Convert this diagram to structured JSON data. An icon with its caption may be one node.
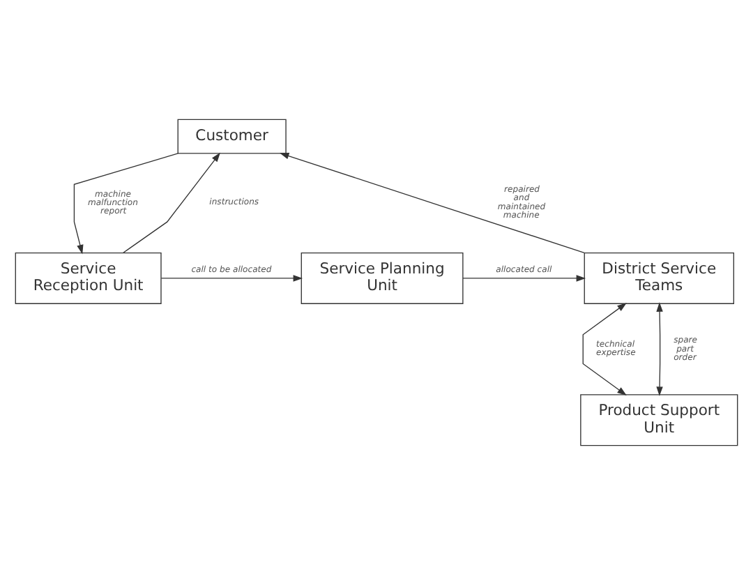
{
  "diagram": {
    "nodes": [
      {
        "text": [
          "Customer"
        ]
      },
      {
        "text": [
          "Service Reception Unit"
        ]
      },
      {
        "text": [
          "Service Planning Unit"
        ]
      },
      {
        "text": [
          "District Service Teams"
        ]
      },
      {
        "text": [
          "Product Support Unit"
        ]
      }
    ],
    "edges": [
      {
        "from": 1,
        "to": 0,
        "arrow": "to",
        "label": "instructions"
      },
      {
        "from": 0,
        "to": 1,
        "arrow": "to",
        "label": "machine malfunction report"
      },
      {
        "from": 1,
        "to": 2,
        "arrow": "to",
        "label": "call to be allocated"
      },
      {
        "from": 2,
        "to": 3,
        "arrow": "to",
        "label": "allocated call"
      },
      {
        "from": 3,
        "to": 0,
        "arrow": "to",
        "label": "repaired and maintained machine"
      },
      {
        "from": 3,
        "to": 4,
        "arrow": "both",
        "label": "technical expertise"
      },
      {
        "from": 3,
        "to": 4,
        "arrow": "both",
        "label": "spare part order"
      }
    ]
  }
}
